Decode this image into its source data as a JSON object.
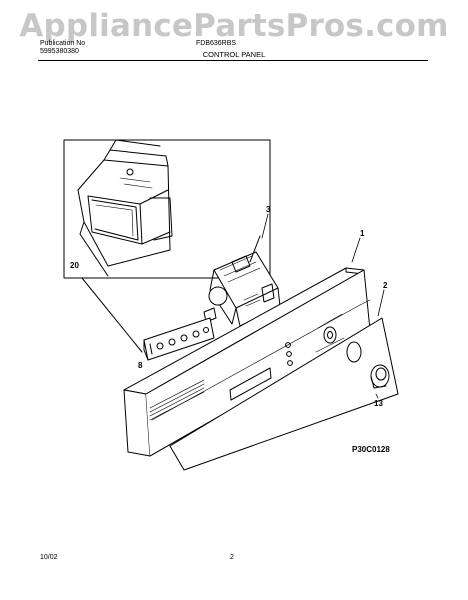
{
  "watermark": "AppliancePartsPros.com",
  "header": {
    "pub_label": "Publication No",
    "pub_number": "5995380380",
    "model": "FDB636RBS",
    "title": "CONTROL PANEL"
  },
  "diagram": {
    "callouts": [
      {
        "id": "c20",
        "label": "20"
      },
      {
        "id": "c3",
        "label": "3"
      },
      {
        "id": "c1",
        "label": "1"
      },
      {
        "id": "c2",
        "label": "2"
      },
      {
        "id": "c8",
        "label": "8"
      },
      {
        "id": "c13",
        "label": "13"
      }
    ],
    "figure_code": "P30C0128"
  },
  "footer": {
    "date": "10/02",
    "page": "2"
  }
}
